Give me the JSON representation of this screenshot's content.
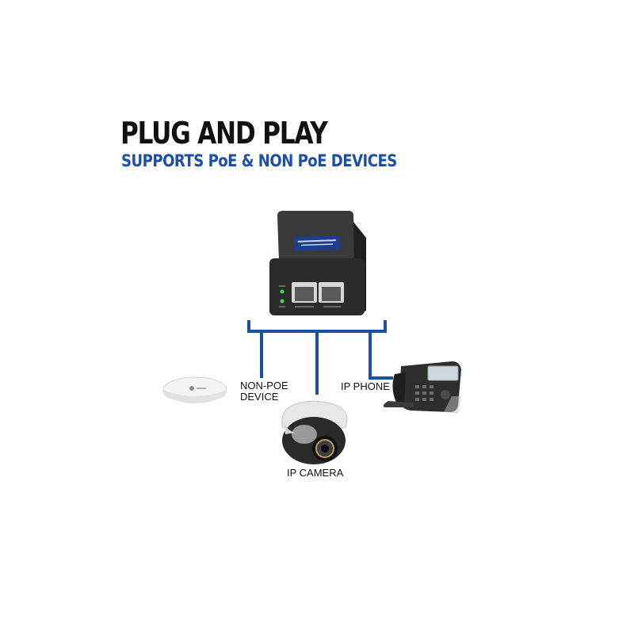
{
  "header": {
    "title": "PLUG AND PLAY",
    "subtitle": "SUPPORTS PoE & NON PoE DEVICES"
  },
  "devices": {
    "non_poe": {
      "line1": "NON-POE",
      "line2": "DEVICE"
    },
    "phone": {
      "label": "IP PHONE"
    },
    "camera": {
      "label": "IP CAMERA"
    }
  },
  "colors": {
    "accent_blue": "#1d4fa8",
    "injector_body": "#2b2b2b",
    "led_green": "#3fdc3f"
  },
  "icons": [
    "poe-injector-icon",
    "access-point-icon",
    "ip-camera-icon",
    "ip-phone-icon"
  ]
}
